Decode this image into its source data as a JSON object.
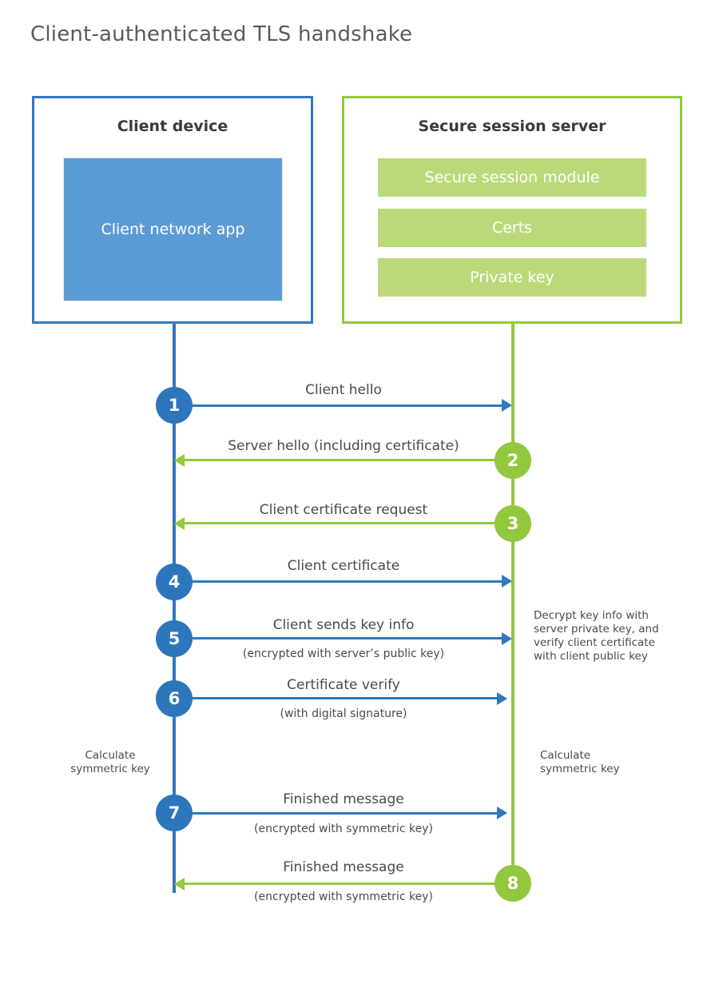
{
  "title": "Client-authenticated TLS handshake",
  "colors": {
    "client_accent": "#3178bd",
    "client_badge": "#2d76bb",
    "client_app_fill": "#5b9bd5",
    "server_accent": "#92c83e",
    "server_bar_fill": "#bada79",
    "text": "#4a4a4a"
  },
  "participants": {
    "client": {
      "title": "Client device",
      "block_label": "Client network app"
    },
    "server": {
      "title": "Secure session server",
      "bars": [
        "Secure session module",
        "Certs",
        "Private key"
      ]
    }
  },
  "steps": [
    {
      "number": "1",
      "label": "Client hello",
      "sublabel": "",
      "direction": "client-to-server",
      "color": "blue"
    },
    {
      "number": "2",
      "label": "Server hello (including certificate)",
      "sublabel": "",
      "direction": "server-to-client",
      "color": "green"
    },
    {
      "number": "3",
      "label": "Client certificate request",
      "sublabel": "",
      "direction": "server-to-client",
      "color": "green"
    },
    {
      "number": "4",
      "label": "Client certificate",
      "sublabel": "",
      "direction": "client-to-server",
      "color": "blue"
    },
    {
      "number": "5",
      "label": "Client sends key info",
      "sublabel": "(encrypted with server’s public key)",
      "direction": "client-to-server",
      "color": "blue"
    },
    {
      "number": "6",
      "label": "Certificate verify",
      "sublabel": "(with digital signature)",
      "direction": "client-to-server",
      "color": "blue"
    },
    {
      "number": "7",
      "label": "Finished message",
      "sublabel": "(encrypted with symmetric key)",
      "direction": "client-to-server",
      "color": "blue"
    },
    {
      "number": "8",
      "label": "Finished message",
      "sublabel": "(encrypted with symmetric key)",
      "direction": "server-to-client",
      "color": "green"
    }
  ],
  "notes": {
    "server_decrypt": "Decrypt key info with server private key, and verify client certificate with client public key",
    "client_symmetric": "Calculate symmetric key",
    "server_symmetric": "Calculate symmetric key"
  }
}
